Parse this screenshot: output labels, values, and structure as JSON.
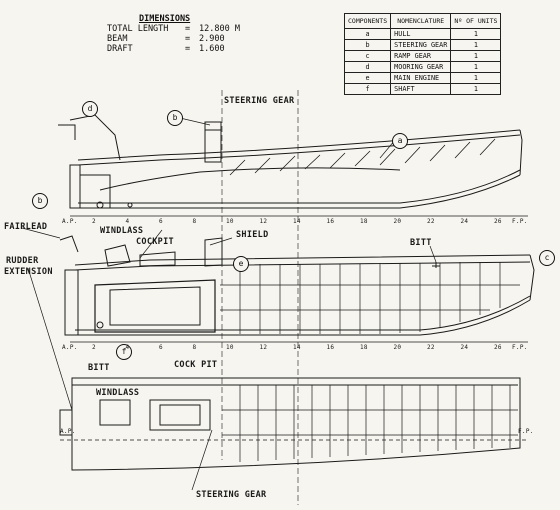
{
  "dimensions": {
    "title": "DIMENSIONS",
    "rows": [
      {
        "label": "TOTAL LENGTH",
        "eq": "=",
        "value": "12.800 M"
      },
      {
        "label": "BEAM",
        "eq": "=",
        "value": "2.900"
      },
      {
        "label": "DRAFT",
        "eq": "=",
        "value": "1.600"
      }
    ]
  },
  "components_table": {
    "headers": [
      "COMPONENTS",
      "NOMENCLATURE",
      "Nº OF UNITS"
    ],
    "rows": [
      {
        "code": "a",
        "name": "HULL",
        "units": "1"
      },
      {
        "code": "b",
        "name": "STEERING GEAR",
        "units": "1"
      },
      {
        "code": "c",
        "name": "RAMP GEAR",
        "units": "1"
      },
      {
        "code": "d",
        "name": "MOORING GEAR",
        "units": "1"
      },
      {
        "code": "e",
        "name": "MAIN ENGINE",
        "units": "1"
      },
      {
        "code": "f",
        "name": "SHAFT",
        "units": "1"
      }
    ]
  },
  "labels": {
    "steering_gear_top": "STEERING GEAR",
    "fairlead": "FAIRLEAD",
    "windlass_mid": "WINDLASS",
    "cockpit_mid": "COCKPIT",
    "shield": "SHIELD",
    "bitt_mid": "BITT",
    "rudder": "RUDDER",
    "extension": "EXTENSION",
    "bitt_plan": "BITT",
    "cockpit_plan": "COCK PIT",
    "windlass_plan": "WINDLASS",
    "steering_gear_bottom": "STEERING GEAR"
  },
  "callouts": {
    "d_top": "d",
    "b_top": "b",
    "a_top": "a",
    "b_left": "b",
    "e_mid": "e",
    "c_mid": "c",
    "f_mid": "f"
  },
  "station_scale": {
    "ap": "A.P.",
    "fp": "F.P.",
    "ticks": [
      "2",
      "4",
      "6",
      "8",
      "10",
      "12",
      "14",
      "16",
      "18",
      "20",
      "22",
      "24",
      "26"
    ]
  }
}
